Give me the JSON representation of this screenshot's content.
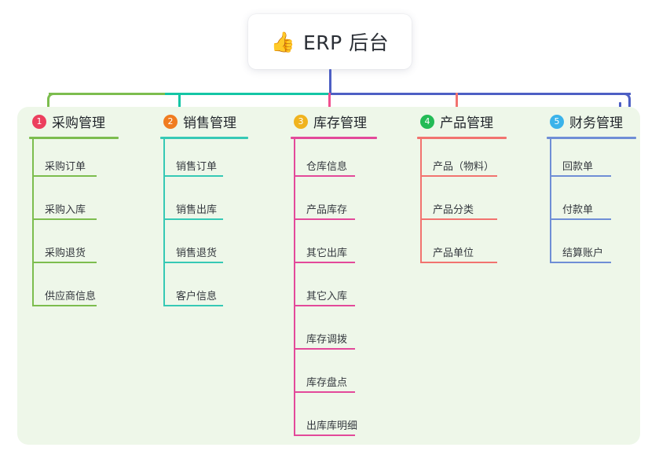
{
  "root": {
    "emoji": "👍",
    "emoji_name": "thumbs-up-icon",
    "title": "ERP 后台"
  },
  "palette": {
    "panel_bg": "#eef7e9",
    "card_bg": "#ffffff",
    "text": "#22262c",
    "bus_green": "#7cbd4e",
    "bus_teal": "#14c6a5",
    "bus_blue": "#4d5fc4"
  },
  "columns": [
    {
      "index": "1",
      "title": "采购管理",
      "badge_color": "#ec3f5e",
      "line_color": "#7cbd4e",
      "stub_color": "#7cbd4e",
      "items": [
        "采购订单",
        "采购入库",
        "采购退货",
        "供应商信息"
      ]
    },
    {
      "index": "2",
      "title": "销售管理",
      "badge_color": "#f07c20",
      "line_color": "#36c9b5",
      "stub_color": "#14c6a5",
      "items": [
        "销售订单",
        "销售出库",
        "销售退货",
        "客户信息"
      ]
    },
    {
      "index": "3",
      "title": "库存管理",
      "badge_color": "#f0b31e",
      "line_color": "#e3499a",
      "stub_color": "#f0508f",
      "items": [
        "仓库信息",
        "产品库存",
        "其它出库",
        "其它入库",
        "库存调拨",
        "库存盘点",
        "出库库明细"
      ]
    },
    {
      "index": "4",
      "title": "产品管理",
      "badge_color": "#23bb56",
      "line_color": "#f2736f",
      "stub_color": "#f2736f",
      "items": [
        "产品（物料）",
        "产品分类",
        "产品单位"
      ]
    },
    {
      "index": "5",
      "title": "财务管理",
      "badge_color": "#3bb3ea",
      "line_color": "#6f8ed6",
      "stub_color": "#4d5fc4",
      "items": [
        "回款单",
        "付款单",
        "结算账户"
      ]
    }
  ]
}
